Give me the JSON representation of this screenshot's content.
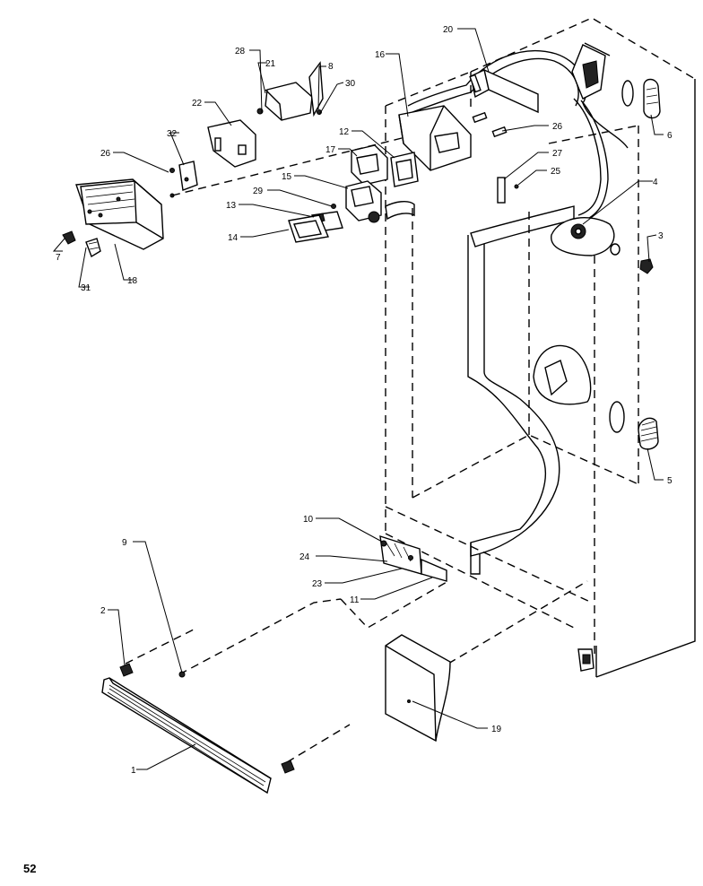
{
  "callouts": {
    "c1": "1",
    "c2": "2",
    "c3": "3",
    "c4": "4",
    "c5": "5",
    "c6": "6",
    "c7": "7",
    "c8": "8",
    "c9": "9",
    "c10": "10",
    "c11": "11",
    "c12": "12",
    "c13": "13",
    "c14": "14",
    "c15": "15",
    "c16": "16",
    "c17": "17",
    "c18": "18",
    "c19": "19",
    "c20": "20",
    "c21": "21",
    "c22": "22",
    "c23": "23",
    "c24": "24",
    "c25": "25",
    "c26a": "26",
    "c26b": "26",
    "c27": "27",
    "c28": "28",
    "c29": "29",
    "c30": "30",
    "c31": "31",
    "c32": "32"
  },
  "page_number": "52"
}
